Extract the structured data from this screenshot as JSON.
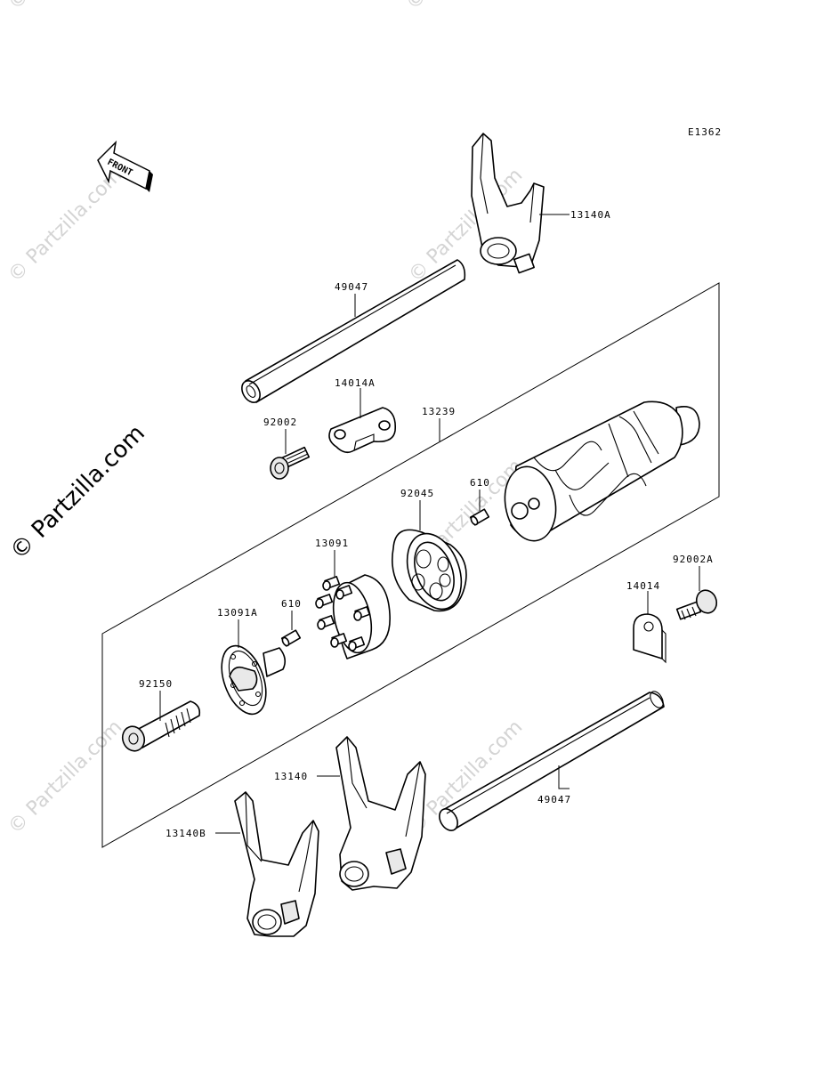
{
  "diagram_code": "E1362",
  "front_arrow_label": "FRONT",
  "watermark_text": "© Partzilla.com",
  "labels": {
    "p13140A": "13140A",
    "p49047_top": "49047",
    "p14014A": "14014A",
    "p13239": "13239",
    "p92002": "92002",
    "p92045": "92045",
    "p610_top": "610",
    "p13091": "13091",
    "p610_mid": "610",
    "p13091A": "13091A",
    "p92002A": "92002A",
    "p14014": "14014",
    "p92150": "92150",
    "p13140": "13140",
    "p13140B": "13140B",
    "p49047_bottom": "49047"
  }
}
